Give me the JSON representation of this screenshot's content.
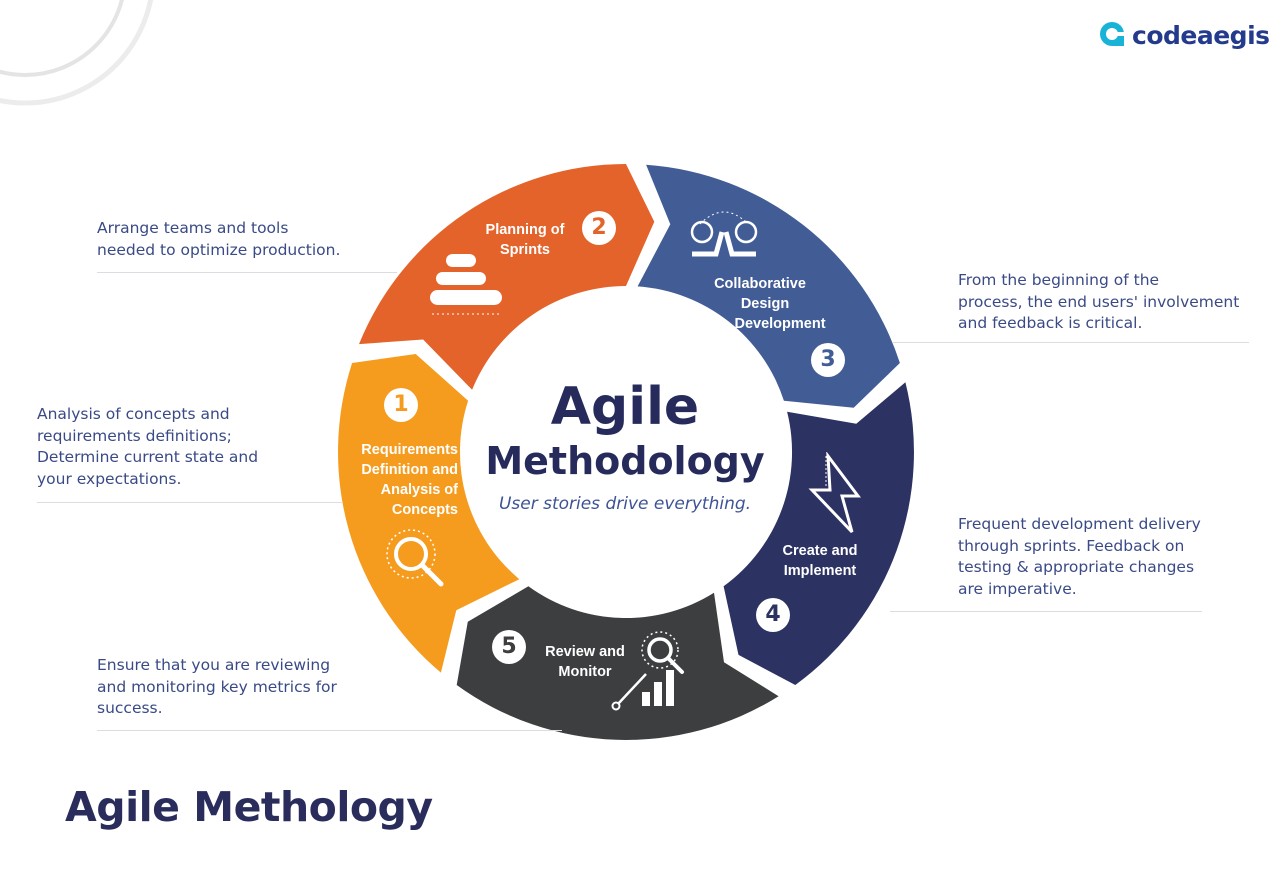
{
  "logo": {
    "text": "codeaegis",
    "accent": "#1ab3d8",
    "brand": "#243a8c"
  },
  "center": {
    "title_line1": "Agile",
    "title_line2": "Methodology",
    "tagline": "User stories drive everything."
  },
  "segments": [
    {
      "number": "1",
      "label_lines": [
        "Requirements",
        "Definition and",
        "Analysis of",
        "Concepts"
      ],
      "color": "#f59c1e",
      "icon": "magnifier-icon",
      "description": [
        "Analysis of concepts and",
        "requirements definitions;",
        "Determine current state and",
        "your expectations."
      ]
    },
    {
      "number": "2",
      "label_lines": [
        "Planning of",
        "Sprints"
      ],
      "color": "#e4632a",
      "icon": "stack-icon",
      "description": [
        "Arrange teams and tools",
        "needed to optimize production."
      ]
    },
    {
      "number": "3",
      "label_lines": [
        "Collaborative",
        "Design",
        "Development"
      ],
      "color": "#425d96",
      "icon": "collaboration-icon",
      "description": [
        "From the beginning of the",
        "process, the end users' involvement",
        "and feedback is critical."
      ]
    },
    {
      "number": "4",
      "label_lines": [
        "Create and",
        "Implement"
      ],
      "color": "#2c3262",
      "icon": "lightning-icon",
      "description": [
        "Frequent development delivery",
        "through sprints. Feedback on",
        "testing & appropriate changes",
        "are imperative."
      ]
    },
    {
      "number": "5",
      "label_lines": [
        "Review and",
        "Monitor"
      ],
      "color": "#3d3e40",
      "icon": "growth-chart-icon",
      "description": [
        "Ensure that you are reviewing",
        "and monitoring key metrics for",
        "success."
      ]
    }
  ],
  "footer": {
    "title": "Agile Methology"
  }
}
